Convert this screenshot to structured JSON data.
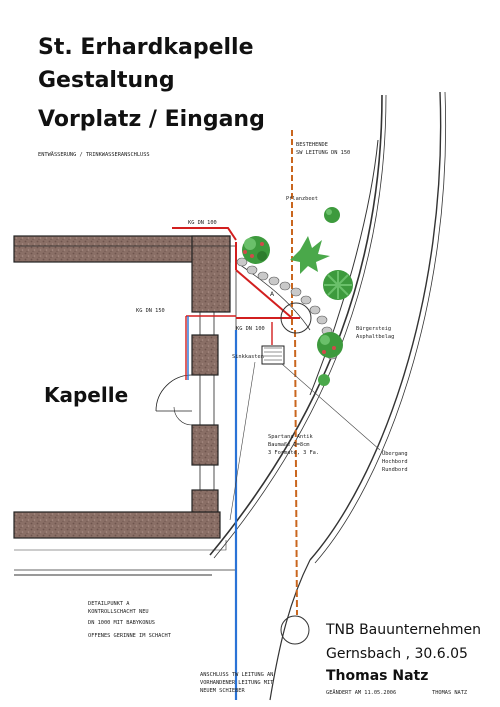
{
  "title": {
    "line1": "St. Erhardkapelle",
    "line2": "Gestaltung",
    "line3": "Vorplatz / Eingang"
  },
  "subtitle": "ENTWÄSSERUNG / TRINKWASSERANSCHLUSS",
  "labels": {
    "bestehende1": "BESTEHENDE",
    "bestehende2": "SW LEITUNG DN 150",
    "pflanzbeet": "Pflanzbeet",
    "kg100_top": "KG DN 100",
    "kg150": "KG DN 150",
    "kg100_mid": "KG DN 100",
    "point_a": "A",
    "sinkkasten": "Sinkkasten",
    "buergersteig1": "Bürgersteig",
    "buergersteig2": "Asphaltbelag",
    "kapelle": "Kapelle",
    "spartana1": "Spartana Antik",
    "spartana2": "Baumaße D=8cm",
    "spartana3": "3 Formate, 3 Fa.",
    "uebergang1": "Übergang",
    "uebergang2": "Hochbord",
    "uebergang3": "Rundbord",
    "detail1": "DETAILPUNKT A",
    "detail2": "KONTROLLSCHACHT NEU",
    "detail3": "DN 1000 MIT BABYKONUS",
    "detail4": "OFFENES GERINNE IM SCHACHT",
    "anschluss1": "ANSCHLUSS TW LEITUNG AN",
    "anschluss2": "VORHANDENER LEITUNG MIT",
    "anschluss3": "NEUEM SCHIEBER"
  },
  "company": {
    "line1": "TNB Bauunternehmen",
    "line2": "Gernsbach , 30.6.05",
    "line3": "Thomas Natz",
    "changed": "GEÄNDERT AM 11.05.2006",
    "author": "THOMAS NATZ"
  },
  "colors": {
    "wall": "#8a6f66",
    "pipe_red": "#d21f1f",
    "pipe_blue": "#2a73d6",
    "pipe_orange": "#c9661e",
    "plant_green": "#3d9a3d"
  }
}
